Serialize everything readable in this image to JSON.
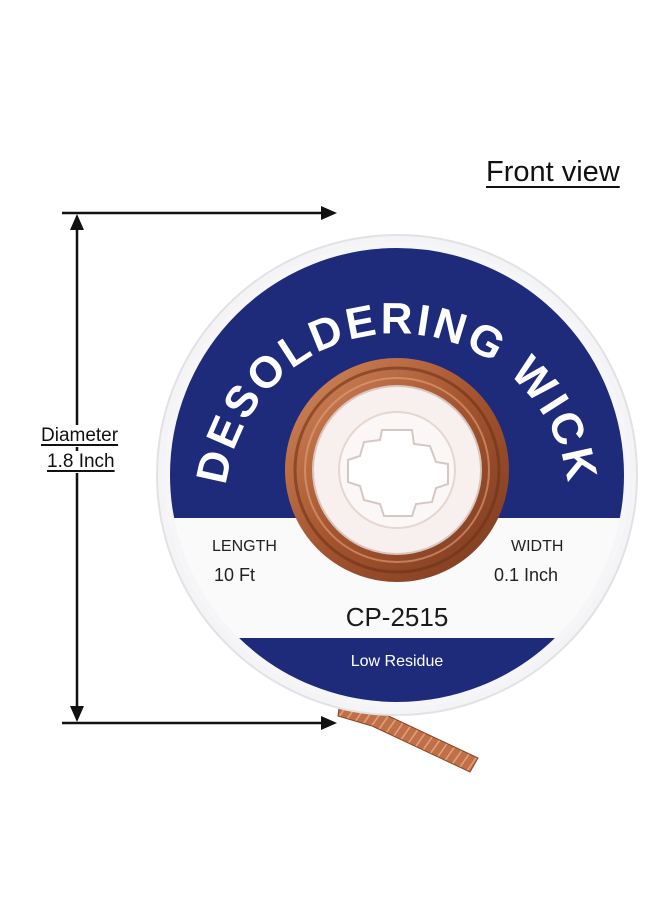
{
  "header": {
    "view_label": "Front view"
  },
  "dimension": {
    "label_line1": "Diameter",
    "label_line2": "1.8 Inch"
  },
  "spool": {
    "arc_title": "DESOLDERING WICK",
    "length_label": "LENGTH",
    "length_value": "10 Ft",
    "width_label": "WIDTH",
    "width_value": "0.1 Inch",
    "model": "CP-2515",
    "tagline": "Low Residue"
  },
  "colors": {
    "label_navy": "#1e2a7a",
    "copper": "#b0603c",
    "ink": "#111111"
  }
}
